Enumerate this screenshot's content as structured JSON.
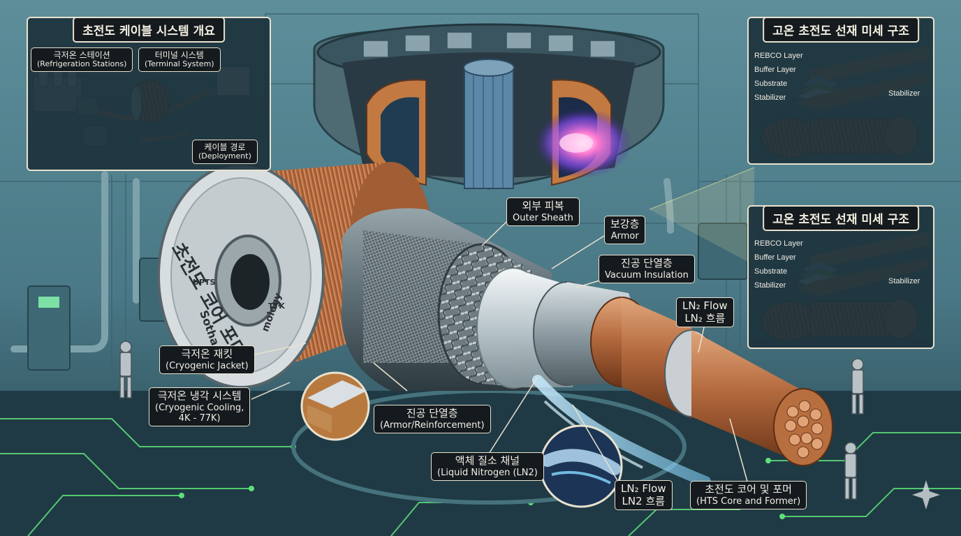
{
  "overview": {
    "title": "초전도 케이블 시스템 개요",
    "refrigeration_ko": "극저온 스테이션",
    "refrigeration_en": "(Refrigeration Stations)",
    "terminal_ko": "터미널 시스템",
    "terminal_en": "(Terminal System)",
    "route_ko": "케이블 경로",
    "route_en": "(Deployment)"
  },
  "microstructure_top": {
    "title": "고온 초전도 선재 미세 구조",
    "layers": [
      "REBCO Layer",
      "Buffer Layer",
      "Substrate",
      "Stabilizer"
    ],
    "stabilizer_right": "Stabilizer"
  },
  "microstructure_bottom": {
    "title": "고온 초전도 선재 미세 구조",
    "layers": [
      "REBCO Layer",
      "Buffer Layer",
      "Substrate",
      "Stabilizer"
    ],
    "stabilizer_right": "Stabilizer"
  },
  "spool": {
    "title_ko": "초전도 코어 포머",
    "mark_left": "UPTS",
    "mark_right": "TTK",
    "brand_a": "Sothan",
    "brand_b": "mology"
  },
  "labels": {
    "outer_sheath_ko": "외부 피복",
    "outer_sheath_en": "Outer Sheath",
    "armor_ko": "보강층",
    "armor_en": "Armor",
    "vacuum_ko": "진공 단열층",
    "vacuum_en": "Vacuum Insulation",
    "ln2_flow_top_en": "LN₂ Flow",
    "ln2_flow_top_ko": "LN₂ 흐름",
    "jacket_ko": "극저온 재킷",
    "jacket_en": "(Cryogenic Jacket)",
    "cooling_ko": "극저온 냉각 시스템",
    "cooling_en1": "(Cryogenic Cooling,",
    "cooling_en2": "4K - 77K)",
    "reinforce_ko": "진공 단열층",
    "reinforce_en": "(Armor/Reinforcement)",
    "ln2_channel_ko": "액체 질소 채널",
    "ln2_channel_en": "(Liquid Nitrogen (LN2)",
    "ln2_flow_bottom_en": "LN₂ Flow",
    "ln2_flow_bottom_ko": "LN2 흐름",
    "core_ko": "초전도 코어 및 포머",
    "core_en": "(HTS Core and Former)"
  }
}
